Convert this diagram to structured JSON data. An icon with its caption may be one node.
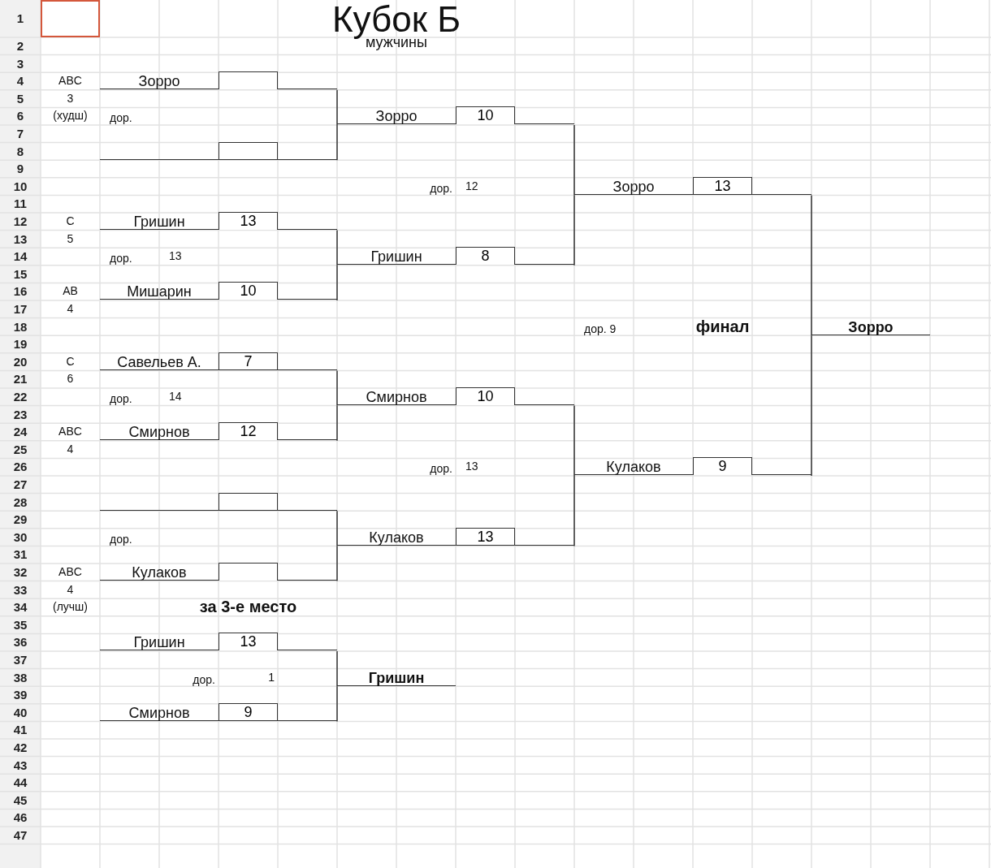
{
  "diagram": {
    "title": "Кубок Б",
    "nodes": [
      {
        "text": [
          "Зорро"
        ]
      },
      {
        "text": [],
        "shape": "box"
      },
      {
        "text": [
          "Гришин",
          "13"
        ]
      },
      {
        "text": [
          "Мишарин",
          "10"
        ]
      },
      {
        "text": [
          "Савельев А.",
          "7"
        ]
      },
      {
        "text": [
          "Смирнов",
          "12"
        ]
      },
      {
        "text": [],
        "shape": "box"
      },
      {
        "text": [
          "Кулаков"
        ]
      },
      {
        "text": [
          "Зорро",
          "10"
        ]
      },
      {
        "text": [
          "Гришин",
          "8"
        ]
      },
      {
        "text": [
          "Смирнов",
          "10"
        ]
      },
      {
        "text": [
          "Кулаков",
          "13"
        ]
      },
      {
        "text": [
          "Зорро",
          "13"
        ]
      },
      {
        "text": [
          "Кулаков",
          "9"
        ]
      },
      {
        "text": [
          "Зорро"
        ]
      },
      {
        "text": [
          "Гришин",
          "13"
        ]
      },
      {
        "text": [
          "Смирнов",
          "9"
        ]
      },
      {
        "text": [
          "Гришин"
        ]
      }
    ],
    "edges": [
      {
        "from": 0,
        "to": 8,
        "arrow": "none"
      },
      {
        "from": 1,
        "to": 8,
        "arrow": "none"
      },
      {
        "from": 2,
        "to": 9,
        "arrow": "none"
      },
      {
        "from": 3,
        "to": 9,
        "arrow": "none"
      },
      {
        "from": 4,
        "to": 10,
        "arrow": "none"
      },
      {
        "from": 5,
        "to": 10,
        "arrow": "none"
      },
      {
        "from": 6,
        "to": 11,
        "arrow": "none"
      },
      {
        "from": 7,
        "to": 11,
        "arrow": "none"
      },
      {
        "from": 8,
        "to": 12,
        "arrow": "none"
      },
      {
        "from": 9,
        "to": 12,
        "arrow": "none"
      },
      {
        "from": 10,
        "to": 13,
        "arrow": "none"
      },
      {
        "from": 11,
        "to": 13,
        "arrow": "none"
      },
      {
        "from": 12,
        "to": 14,
        "arrow": "none"
      },
      {
        "from": 13,
        "to": 14,
        "arrow": "none"
      },
      {
        "from": 15,
        "to": 17,
        "arrow": "none"
      },
      {
        "from": 16,
        "to": 17,
        "arrow": "none"
      }
    ],
    "labels": [
      "1",
      "2",
      "3",
      "4",
      "5",
      "6",
      "7",
      "8",
      "9",
      "10",
      "11",
      "12",
      "13",
      "14",
      "15",
      "16",
      "17",
      "18",
      "19",
      "20",
      "21",
      "22",
      "23",
      "24",
      "25",
      "26",
      "27",
      "28",
      "29",
      "30",
      "31",
      "32",
      "33",
      "34",
      "35",
      "36",
      "37",
      "38",
      "39",
      "40",
      "41",
      "42",
      "43",
      "44",
      "45",
      "46",
      "47",
      "мужчины",
      "ABC",
      "3",
      "(худш)",
      "дор.",
      "дор.",
      "12",
      "C",
      "5",
      "дор.",
      "13",
      "AB",
      "4",
      "дор. 9",
      "финал",
      "C",
      "6",
      "дор.",
      "14",
      "ABC",
      "4",
      "дор.",
      "13",
      "дор.",
      "ABC",
      "4",
      "(лучш)",
      "за 3-е место",
      "дор.",
      "1"
    ]
  }
}
